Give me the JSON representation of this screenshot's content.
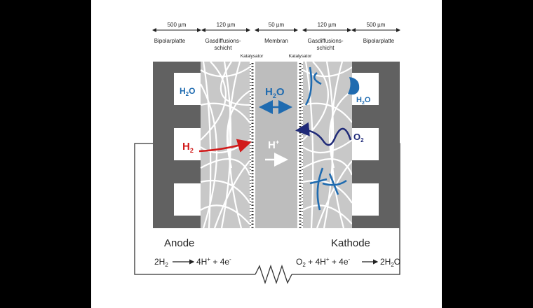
{
  "dimensions": [
    "500 µm",
    "120 µm",
    "50 µm",
    "120 µm",
    "500 µm"
  ],
  "layers": [
    "Bipolarplatte",
    "Gasdiffusions-",
    "schicht",
    "Membran",
    "Gasdiffusions-",
    "schicht",
    "Bipolarplatte"
  ],
  "catalyst_left": "Katalysator",
  "catalyst_right": "Katalysator",
  "species": {
    "h2o_left": "H",
    "h2o_left_sub": "2",
    "h2o_left_tail": "O",
    "h2": "H",
    "h2_sub": "2",
    "h2o_membrane": "H",
    "h2o_membrane_sub": "2",
    "h2o_membrane_tail": "O",
    "proton": "H",
    "proton_sup": "+",
    "o2": "O",
    "o2_sub": "2",
    "h2o_right": "H",
    "h2o_right_sub": "2",
    "h2o_right_tail": "O"
  },
  "electrodes": {
    "anode": "Anode",
    "cathode": "Kathode"
  },
  "equations": {
    "anode_left": "2H",
    "anode_left_sub": "2",
    "anode_right": "4H",
    "anode_right_sup": "+",
    "anode_plus": " + 4e",
    "anode_e_sup": "-",
    "cathode_left": "O",
    "cathode_left_sub": "2",
    "cathode_mid": " + 4H",
    "cathode_mid_sup": "+",
    "cathode_plus": " + 4e",
    "cathode_e_sup": "-",
    "cathode_right": "2H",
    "cathode_right_sub": "2",
    "cathode_right_tail": "O"
  },
  "colors": {
    "plate": "#616161",
    "gdl": "#c8c8c8",
    "membrane": "#bdbdbd",
    "blue": "#1f6bb0",
    "navy": "#1f2a78",
    "red": "#d11a1a"
  }
}
